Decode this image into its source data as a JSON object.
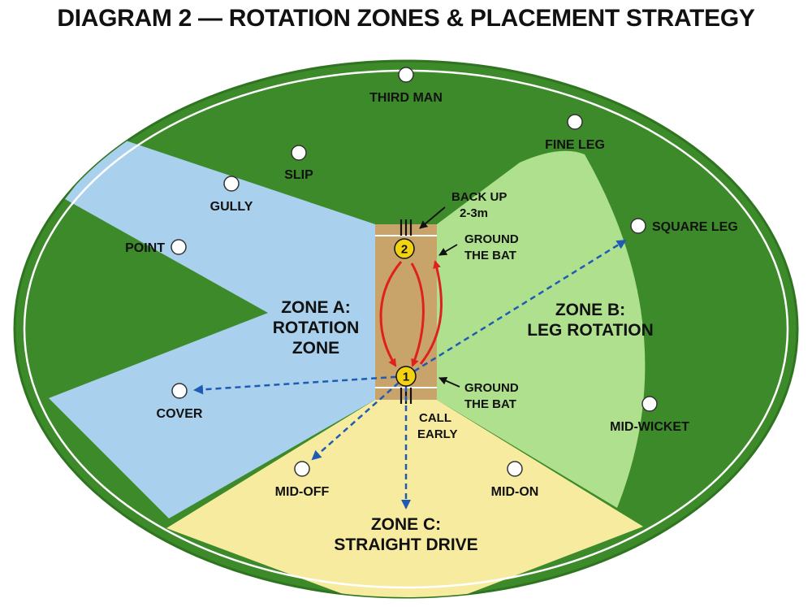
{
  "title": "DIAGRAM 2 — ROTATION ZONES & PLACEMENT STRATEGY",
  "colors": {
    "outfield": "#3d8a2a",
    "outfield_edge": "#2f7420",
    "boundary_rope": "#ffffff",
    "zone_a": "#a9d0ec",
    "zone_b": "#aee08e",
    "zone_c": "#f6eb9e",
    "pitch": "#c9a46a",
    "fielder": "#ffffff",
    "batsman": "#f3d310",
    "run_arrow": "#e01f1f",
    "shot_arrow": "#1f5bb5",
    "note_arrow": "#111111"
  },
  "zones": {
    "a": {
      "line1": "ZONE A:",
      "line2": "ROTATION",
      "line3": "ZONE"
    },
    "b": {
      "line1": "ZONE B:",
      "line2": "LEG ROTATION"
    },
    "c": {
      "line1": "ZONE C:",
      "line2": "STRAIGHT DRIVE"
    }
  },
  "fielders": {
    "third_man": "THIRD MAN",
    "fine_leg": "FINE LEG",
    "slip": "SLIP",
    "gully": "GULLY",
    "point": "POINT",
    "square_leg": "SQUARE LEG",
    "cover": "COVER",
    "mid_wicket": "MID-WICKET",
    "mid_off": "MID-OFF",
    "mid_on": "MID-ON"
  },
  "batsmen": {
    "striker": "1",
    "non_striker": "2"
  },
  "notes": {
    "back_up": {
      "line1": "BACK UP",
      "line2": "2-3m"
    },
    "ground_top": {
      "line1": "GROUND",
      "line2": "THE BAT"
    },
    "ground_bottom": {
      "line1": "GROUND",
      "line2": "THE BAT"
    },
    "call_early": {
      "line1": "CALL",
      "line2": "EARLY"
    }
  }
}
